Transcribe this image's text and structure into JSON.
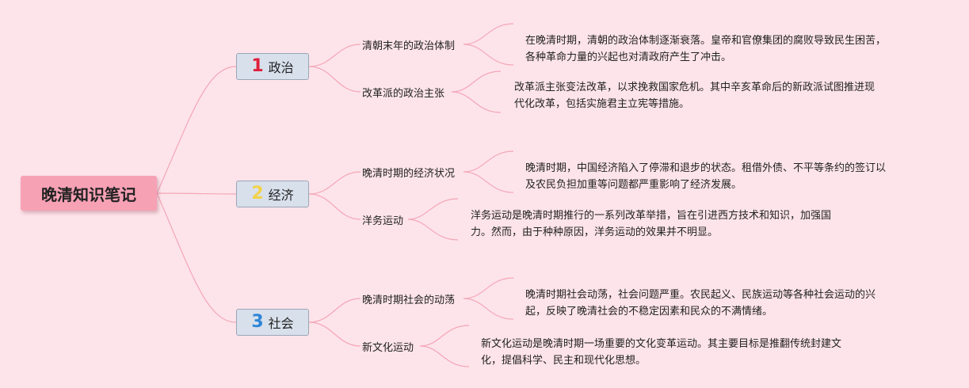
{
  "root": {
    "title": "晚清知识笔记"
  },
  "colors": {
    "background": "#fde4ea",
    "line": "#f4a6b8",
    "root_fill": "#f7a1b5",
    "topic_fill": "#d8e0ec",
    "num1": "#e0203c",
    "num2": "#f2d24a",
    "num3": "#2f86d6"
  },
  "topics": [
    {
      "num": "1",
      "label": "政治",
      "subs": [
        {
          "label": "清朝末年的政治体制",
          "note": [
            "在晚清时期，清朝的政治体制逐渐衰落。皇帝和官僚集团的腐败导致民生困苦，",
            "各种革命力量的兴起也对清政府产生了冲击。"
          ]
        },
        {
          "label": "改革派的政治主张",
          "note": [
            "改革派主张变法改革，以求挽救国家危机。其中辛亥革命后的新政派试图推进现",
            "代化改革，包括实施君主立宪等措施。"
          ]
        }
      ]
    },
    {
      "num": "2",
      "label": "经济",
      "subs": [
        {
          "label": "晚清时期的经济状况",
          "note": [
            "晚清时期，中国经济陷入了停滞和退步的状态。租借外债、不平等条约的签订以",
            "及农民负担加重等问题都严重影响了经济发展。"
          ]
        },
        {
          "label": "洋务运动",
          "note": [
            "洋务运动是晚清时期推行的一系列改革举措，旨在引进西方技术和知识，加强国",
            "力。然而，由于种种原因，洋务运动的效果并不明显。"
          ]
        }
      ]
    },
    {
      "num": "3",
      "label": "社会",
      "subs": [
        {
          "label": "晚清时期社会的动荡",
          "note": [
            "晚清时期社会动荡，社会问题严重。农民起义、民族运动等各种社会运动的兴",
            "起，反映了晚清社会的不稳定因素和民众的不满情绪。"
          ]
        },
        {
          "label": "新文化运动",
          "note": [
            "新文化运动是晚清时期一场重要的文化变革运动。其主要目标是推翻传统封建文",
            "化，提倡科学、民主和现代化思想。"
          ]
        }
      ]
    }
  ]
}
